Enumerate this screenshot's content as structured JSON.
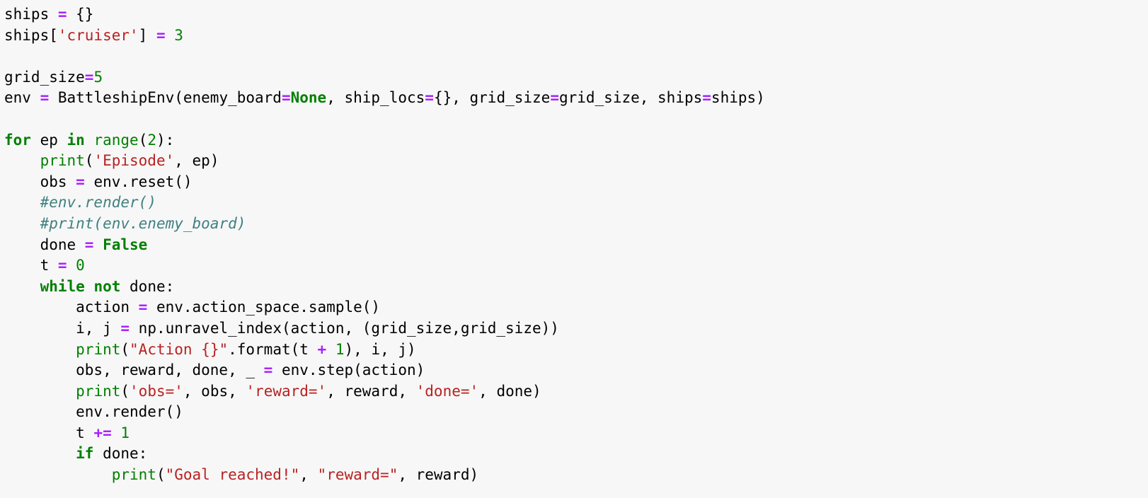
{
  "theme": {
    "background": "#f7f7f7",
    "text": "#000000",
    "operator": "#aa22ff",
    "keyword": "#008000",
    "builtin": "#008000",
    "string": "#ba2121",
    "number": "#008000",
    "comment": "#408080"
  },
  "code": {
    "lines": [
      {
        "tokens": [
          {
            "t": "ships ",
            "c": "plain"
          },
          {
            "t": "=",
            "c": "op"
          },
          {
            "t": " {}",
            "c": "plain"
          }
        ]
      },
      {
        "tokens": [
          {
            "t": "ships[",
            "c": "plain"
          },
          {
            "t": "'cruiser'",
            "c": "str"
          },
          {
            "t": "] ",
            "c": "plain"
          },
          {
            "t": "=",
            "c": "op"
          },
          {
            "t": " ",
            "c": "plain"
          },
          {
            "t": "3",
            "c": "num"
          }
        ]
      },
      {
        "tokens": []
      },
      {
        "tokens": [
          {
            "t": "grid_size",
            "c": "plain"
          },
          {
            "t": "=",
            "c": "op"
          },
          {
            "t": "5",
            "c": "num"
          }
        ]
      },
      {
        "tokens": [
          {
            "t": "env ",
            "c": "plain"
          },
          {
            "t": "=",
            "c": "op"
          },
          {
            "t": " BattleshipEnv(enemy_board",
            "c": "plain"
          },
          {
            "t": "=",
            "c": "op"
          },
          {
            "t": "None",
            "c": "kw"
          },
          {
            "t": ", ship_locs",
            "c": "plain"
          },
          {
            "t": "=",
            "c": "op"
          },
          {
            "t": "{}, grid_size",
            "c": "plain"
          },
          {
            "t": "=",
            "c": "op"
          },
          {
            "t": "grid_size, ships",
            "c": "plain"
          },
          {
            "t": "=",
            "c": "op"
          },
          {
            "t": "ships)",
            "c": "plain"
          }
        ]
      },
      {
        "tokens": []
      },
      {
        "tokens": [
          {
            "t": "for",
            "c": "kw"
          },
          {
            "t": " ep ",
            "c": "plain"
          },
          {
            "t": "in",
            "c": "kw"
          },
          {
            "t": " ",
            "c": "plain"
          },
          {
            "t": "range",
            "c": "bi"
          },
          {
            "t": "(",
            "c": "plain"
          },
          {
            "t": "2",
            "c": "num"
          },
          {
            "t": "):",
            "c": "plain"
          }
        ]
      },
      {
        "tokens": [
          {
            "t": "    ",
            "c": "plain"
          },
          {
            "t": "print",
            "c": "bi"
          },
          {
            "t": "(",
            "c": "plain"
          },
          {
            "t": "'Episode'",
            "c": "str"
          },
          {
            "t": ", ep)",
            "c": "plain"
          }
        ]
      },
      {
        "tokens": [
          {
            "t": "    obs ",
            "c": "plain"
          },
          {
            "t": "=",
            "c": "op"
          },
          {
            "t": " env.reset()",
            "c": "plain"
          }
        ]
      },
      {
        "tokens": [
          {
            "t": "    ",
            "c": "plain"
          },
          {
            "t": "#env.render()",
            "c": "com"
          }
        ]
      },
      {
        "tokens": [
          {
            "t": "    ",
            "c": "plain"
          },
          {
            "t": "#print(env.enemy_board)",
            "c": "com"
          }
        ]
      },
      {
        "tokens": [
          {
            "t": "    done ",
            "c": "plain"
          },
          {
            "t": "=",
            "c": "op"
          },
          {
            "t": " ",
            "c": "plain"
          },
          {
            "t": "False",
            "c": "kw"
          }
        ]
      },
      {
        "tokens": [
          {
            "t": "    t ",
            "c": "plain"
          },
          {
            "t": "=",
            "c": "op"
          },
          {
            "t": " ",
            "c": "plain"
          },
          {
            "t": "0",
            "c": "num"
          }
        ]
      },
      {
        "tokens": [
          {
            "t": "    ",
            "c": "plain"
          },
          {
            "t": "while",
            "c": "kw"
          },
          {
            "t": " ",
            "c": "plain"
          },
          {
            "t": "not",
            "c": "kw"
          },
          {
            "t": " done:",
            "c": "plain"
          }
        ]
      },
      {
        "tokens": [
          {
            "t": "        action ",
            "c": "plain"
          },
          {
            "t": "=",
            "c": "op"
          },
          {
            "t": " env.action_space.sample()",
            "c": "plain"
          }
        ]
      },
      {
        "tokens": [
          {
            "t": "        i, j ",
            "c": "plain"
          },
          {
            "t": "=",
            "c": "op"
          },
          {
            "t": " np.unravel_index(action, (grid_size,grid_size))",
            "c": "plain"
          }
        ]
      },
      {
        "tokens": [
          {
            "t": "        ",
            "c": "plain"
          },
          {
            "t": "print",
            "c": "bi"
          },
          {
            "t": "(",
            "c": "plain"
          },
          {
            "t": "\"Action {}\"",
            "c": "str"
          },
          {
            "t": ".format(t ",
            "c": "plain"
          },
          {
            "t": "+",
            "c": "op"
          },
          {
            "t": " ",
            "c": "plain"
          },
          {
            "t": "1",
            "c": "num"
          },
          {
            "t": "), i, j)",
            "c": "plain"
          }
        ]
      },
      {
        "tokens": [
          {
            "t": "        obs, reward, done, _ ",
            "c": "plain"
          },
          {
            "t": "=",
            "c": "op"
          },
          {
            "t": " env.step(action)",
            "c": "plain"
          }
        ]
      },
      {
        "tokens": [
          {
            "t": "        ",
            "c": "plain"
          },
          {
            "t": "print",
            "c": "bi"
          },
          {
            "t": "(",
            "c": "plain"
          },
          {
            "t": "'obs='",
            "c": "str"
          },
          {
            "t": ", obs, ",
            "c": "plain"
          },
          {
            "t": "'reward='",
            "c": "str"
          },
          {
            "t": ", reward, ",
            "c": "plain"
          },
          {
            "t": "'done='",
            "c": "str"
          },
          {
            "t": ", done)",
            "c": "plain"
          }
        ]
      },
      {
        "tokens": [
          {
            "t": "        env.render()",
            "c": "plain"
          }
        ]
      },
      {
        "tokens": [
          {
            "t": "        t ",
            "c": "plain"
          },
          {
            "t": "+=",
            "c": "op"
          },
          {
            "t": " ",
            "c": "plain"
          },
          {
            "t": "1",
            "c": "num"
          }
        ]
      },
      {
        "tokens": [
          {
            "t": "        ",
            "c": "plain"
          },
          {
            "t": "if",
            "c": "kw"
          },
          {
            "t": " done:",
            "c": "plain"
          }
        ]
      },
      {
        "tokens": [
          {
            "t": "            ",
            "c": "plain"
          },
          {
            "t": "print",
            "c": "bi"
          },
          {
            "t": "(",
            "c": "plain"
          },
          {
            "t": "\"Goal reached!\"",
            "c": "str"
          },
          {
            "t": ", ",
            "c": "plain"
          },
          {
            "t": "\"reward=\"",
            "c": "str"
          },
          {
            "t": ", reward)",
            "c": "plain"
          }
        ]
      }
    ]
  }
}
